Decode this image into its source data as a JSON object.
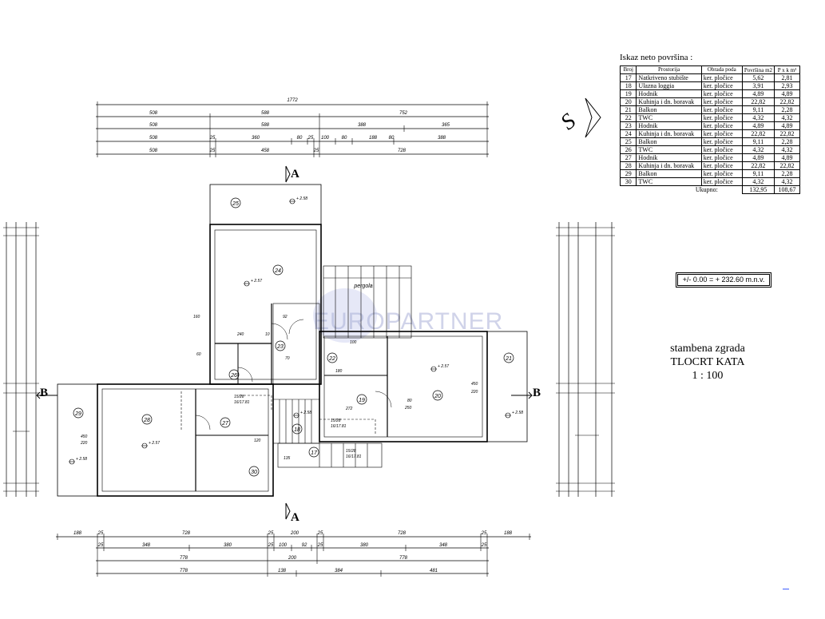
{
  "area_table": {
    "title": "Iskaz neto površina :",
    "headers": [
      "Broj",
      "Prostorija",
      "Obrada poda",
      "Površina m2",
      "P x k m²"
    ],
    "rows": [
      [
        "17",
        "Natkriveno stubište",
        "ker. pločice",
        "5,62",
        "2,81"
      ],
      [
        "18",
        "Ulazna loggia",
        "ker. pločice",
        "3,91",
        "2,93"
      ],
      [
        "19",
        "Hodnik",
        "ker. pločice",
        "4,89",
        "4,89"
      ],
      [
        "20",
        "Kuhinja i dn. boravak",
        "ker. pločice",
        "22,82",
        "22,82"
      ],
      [
        "21",
        "Balkon",
        "ker. pločice",
        "9,11",
        "2,28"
      ],
      [
        "22",
        "TWC",
        "ker. pločice",
        "4,32",
        "4,32"
      ],
      [
        "23",
        "Hodnik",
        "ker. pločice",
        "4,89",
        "4,89"
      ],
      [
        "24",
        "Kuhinja i dn. boravak",
        "ker. pločice",
        "22,82",
        "22,82"
      ],
      [
        "25",
        "Balkon",
        "ker. pločice",
        "9,11",
        "2,28"
      ],
      [
        "26",
        "TWC",
        "ker. pločice",
        "4,32",
        "4,32"
      ],
      [
        "27",
        "Hodnik",
        "ker. pločice",
        "4,89",
        "4,89"
      ],
      [
        "28",
        "Kuhinja i dn. boravak",
        "ker. pločice",
        "22,82",
        "22,82"
      ],
      [
        "29",
        "Balkon",
        "ker. pločice",
        "9,11",
        "2,28"
      ],
      [
        "30",
        "TWC",
        "ker. pločice",
        "4,32",
        "4,32"
      ]
    ],
    "total_label": "Ukupno:",
    "total_area": "132,95",
    "total_pxk": "108,67"
  },
  "level_reference": "+/- 0.00 = + 232.60 m.n.v.",
  "drawing_title": {
    "line1": "stambena zgrada",
    "line2": "TLOCRT KATA",
    "scale": "1 : 100"
  },
  "watermark": "EUROPARTNER",
  "north_mark": "S",
  "section_labels": {
    "a": "A",
    "b": "B"
  },
  "pergola_label": "pergola",
  "overall_dimension": "1772",
  "top_dimension_rows": [
    [
      "508",
      "588",
      "752"
    ],
    [
      "508",
      "588",
      "388",
      "365"
    ],
    [
      "508",
      "25",
      "360",
      "80",
      "25",
      "100",
      "80",
      "188",
      "80",
      "388"
    ],
    [
      "508",
      "25",
      "458",
      "25",
      "728"
    ]
  ],
  "bottom_dimension_rows": [
    [
      "188",
      "25",
      "728",
      "25",
      "200",
      "25",
      "728",
      "25",
      "188"
    ],
    [
      "25",
      "348",
      "380",
      "25",
      "100",
      "92",
      "25",
      "380",
      "348",
      "25"
    ],
    [
      "778",
      "200",
      "778"
    ],
    [
      "778",
      "138",
      "384",
      "481"
    ]
  ],
  "room_numbers": [
    "17",
    "18",
    "19",
    "20",
    "21",
    "22",
    "23",
    "24",
    "25",
    "26",
    "27",
    "28",
    "29",
    "30"
  ],
  "level_marks": [
    "+ 2.58",
    "+ 2.57",
    "+ 2.57",
    "+ 2.58",
    "+ 2.57",
    "+ 2.58",
    "+ 2.58"
  ],
  "stair_labels": [
    "15/28",
    "16/17.81"
  ],
  "inner_dimensions": [
    "450",
    "220",
    "160",
    "240",
    "100",
    "60",
    "80",
    "10",
    "92",
    "250",
    "272",
    "70",
    "120",
    "135",
    "180"
  ]
}
